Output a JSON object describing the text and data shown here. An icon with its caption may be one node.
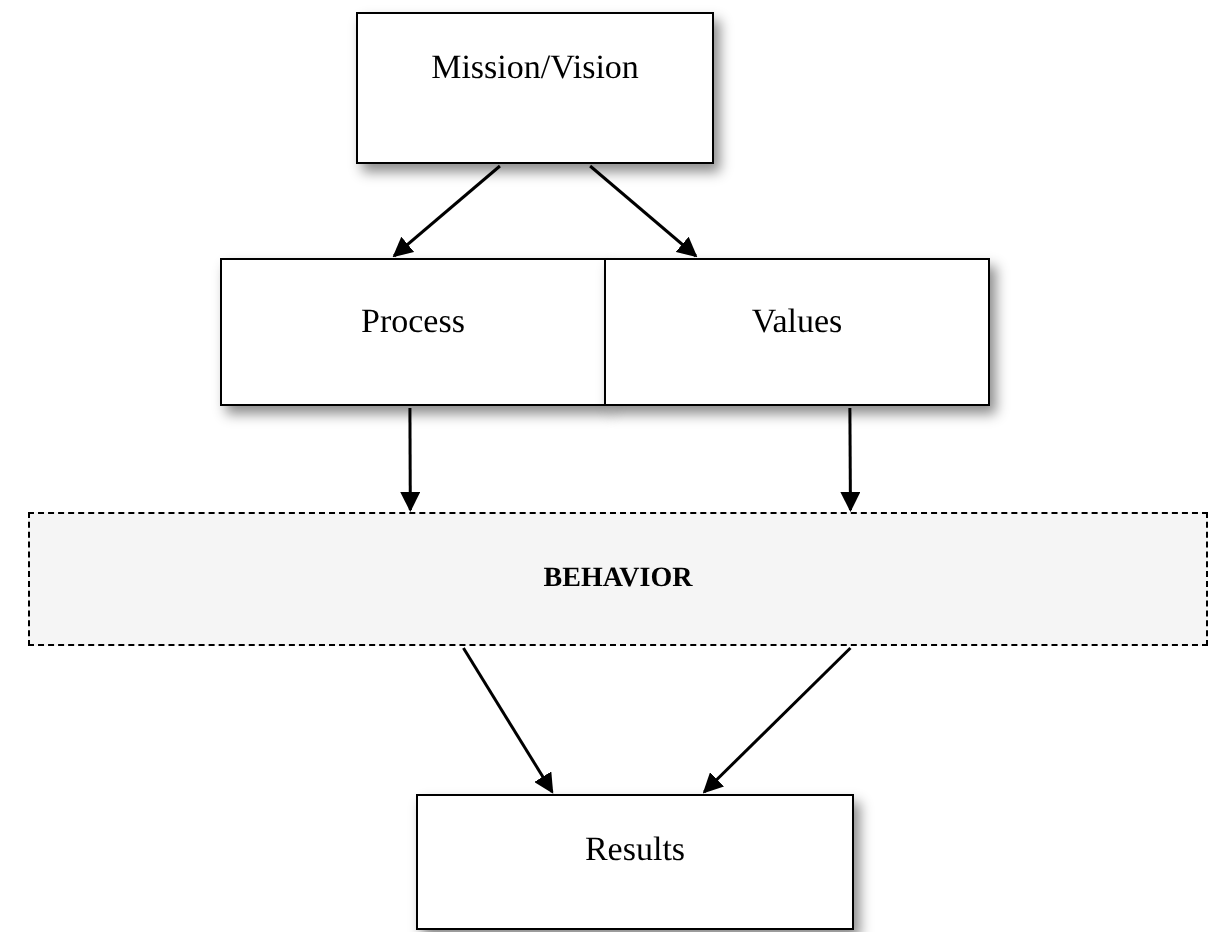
{
  "diagram": {
    "nodes": [
      {
        "text": [
          "Mission/Vision"
        ]
      },
      {
        "text": [
          "Process"
        ]
      },
      {
        "text": [
          "Values"
        ]
      },
      {
        "text": [
          "BEHAVIOR"
        ]
      },
      {
        "text": [
          "Results"
        ]
      }
    ],
    "edges": [
      {
        "from": 0,
        "to": 1,
        "arrow": "to"
      },
      {
        "from": 0,
        "to": 2,
        "arrow": "to"
      },
      {
        "from": 1,
        "to": 3,
        "arrow": "to"
      },
      {
        "from": 2,
        "to": 3,
        "arrow": "to"
      },
      {
        "from": 3,
        "to": 4,
        "arrow": "to"
      },
      {
        "from": 3,
        "to": 4,
        "arrow": "to"
      }
    ]
  }
}
